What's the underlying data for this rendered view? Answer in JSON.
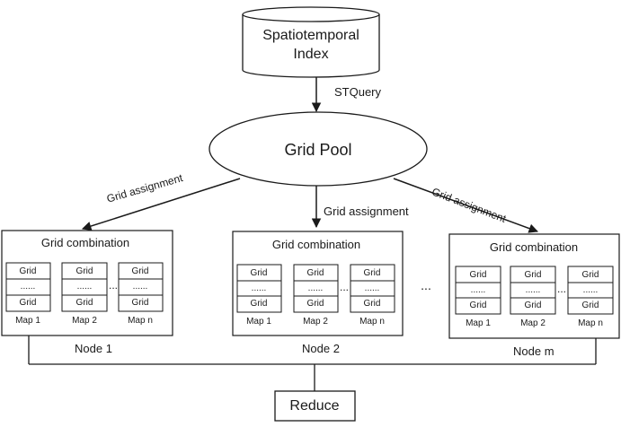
{
  "index": {
    "line1": "Spatiotemporal",
    "line2": "Index"
  },
  "query_label": "STQuery",
  "pool_label": "Grid Pool",
  "assign_label": "Grid assignment",
  "node_header": "Grid combination",
  "grid_cell": "Grid",
  "ellipsis_cell": "......",
  "map_gap": "...",
  "node_gap": "...",
  "maps": [
    "Map 1",
    "Map 2",
    "Map n"
  ],
  "nodes": [
    {
      "name": "Node 1"
    },
    {
      "name": "Node 2"
    },
    {
      "name": "Node m"
    }
  ],
  "reduce_label": "Reduce"
}
